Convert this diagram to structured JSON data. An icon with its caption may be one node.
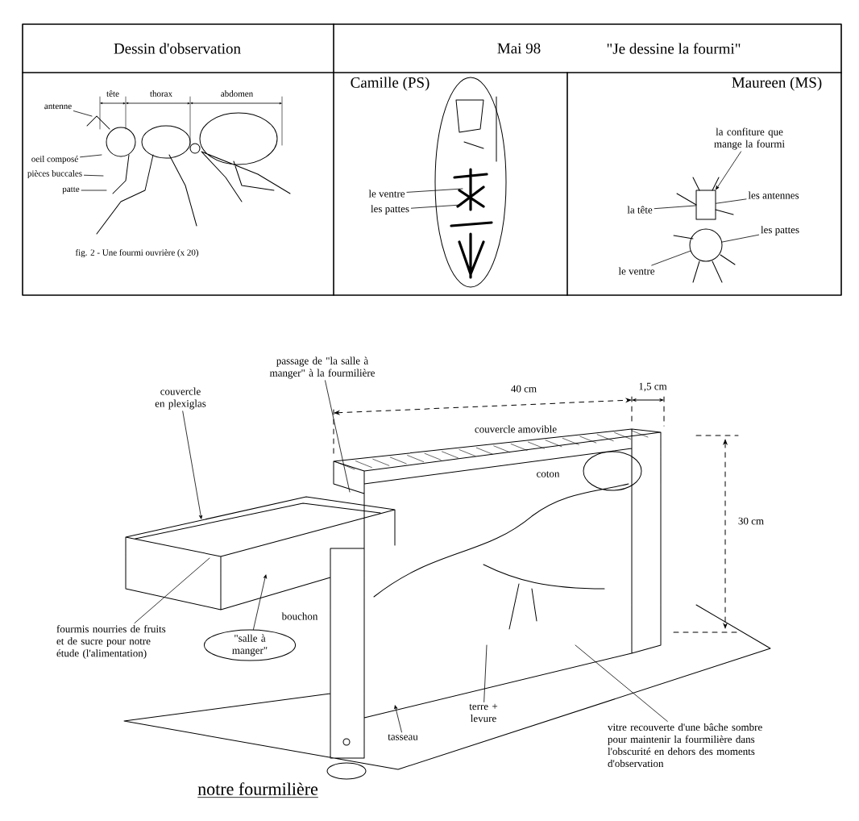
{
  "diagram": {
    "caption": "notre fourmilière",
    "nodes": [
      {
        "text": [
          "antenne"
        ]
      },
      {
        "text": [
          "oeil composé"
        ]
      },
      {
        "text": [
          "pièces buccales"
        ]
      },
      {
        "text": [
          "patte"
        ]
      },
      {
        "text": [
          "le ventre"
        ]
      },
      {
        "text": [
          "les pattes"
        ]
      },
      {
        "text": [
          "la confiture que mange la fourmi"
        ]
      },
      {
        "text": [
          "la tête"
        ]
      },
      {
        "text": [
          "les antennes"
        ]
      },
      {
        "text": [
          "les pattes"
        ]
      },
      {
        "text": [
          "le ventre"
        ]
      },
      {
        "text": [
          "passage de \"la salle à manger\" à la fourmilière"
        ]
      },
      {
        "text": [
          "couvercle en plexiglas"
        ]
      },
      {
        "text": [
          "fourmis nourries de fruits et de sucre pour notre étude (l'alimentation)"
        ]
      },
      {
        "text": [
          "\"salle à manger\""
        ]
      },
      {
        "text": [
          "terre + levure"
        ]
      },
      {
        "text": [
          "tasseau"
        ]
      },
      {
        "text": [],
        "shape": "box"
      },
      {
        "text": [],
        "shape": "circle"
      },
      {
        "text": [
          "vitre recouverte d'une bâche sombre pour maintenir la fourmilière dans l'obscurité en dehors des moments d'observation"
        ]
      }
    ],
    "edges": [
      {
        "from": 0,
        "to": null,
        "arrow": "none"
      },
      {
        "from": 1,
        "to": null,
        "arrow": "none"
      },
      {
        "from": 2,
        "to": null,
        "arrow": "none"
      },
      {
        "from": 3,
        "to": null,
        "arrow": "none"
      },
      {
        "from": 4,
        "to": null,
        "arrow": "none"
      },
      {
        "from": 5,
        "to": null,
        "arrow": "none"
      },
      {
        "from": 6,
        "to": 17,
        "arrow": "to"
      },
      {
        "from": 7,
        "to": 17,
        "arrow": "none"
      },
      {
        "from": 8,
        "to": 17,
        "arrow": "none"
      },
      {
        "from": 9,
        "to": 18,
        "arrow": "none"
      },
      {
        "from": 10,
        "to": 18,
        "arrow": "none"
      },
      {
        "from": 11,
        "to": null,
        "arrow": "none"
      },
      {
        "from": 12,
        "to": null,
        "arrow": "to"
      },
      {
        "from": 13,
        "to": null,
        "arrow": "none"
      },
      {
        "from": 14,
        "to": null,
        "arrow": "to"
      },
      {
        "from": 15,
        "to": null,
        "arrow": "none"
      },
      {
        "from": 16,
        "to": null,
        "arrow": "to"
      },
      {
        "from": 19,
        "to": null,
        "arrow": "none"
      }
    ],
    "labels": [
      "Dessin d'observation",
      "Mai 98",
      "\"Je dessine la fourmi\"",
      "tête",
      "thorax",
      "abdomen",
      "fig. 2 - Une fourmi ouvrière (x 20)",
      "Camille (PS)",
      "Maureen (MS)",
      "40 cm",
      "1,5 cm",
      "couvercle amovible",
      "coton",
      "30 cm",
      "bouchon"
    ]
  }
}
